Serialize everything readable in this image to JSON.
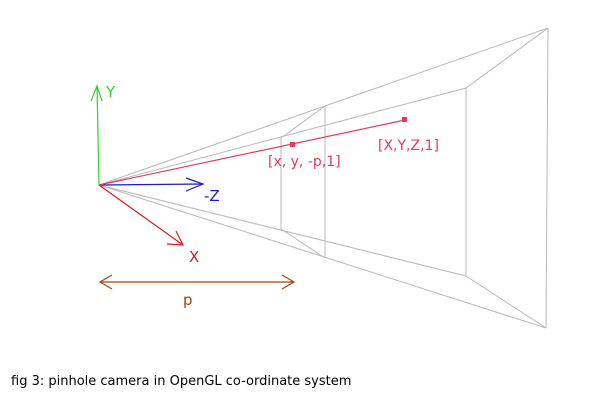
{
  "diagram": {
    "axes": {
      "y_label": "Y",
      "z_label": "-Z",
      "x_label": "X"
    },
    "points": {
      "image_point_label": "[x, y, -p,1]",
      "world_point_label": "[X,Y,Z,1]"
    },
    "focal_length_label": "p",
    "caption": "fig 3: pinhole camera in OpenGL co-ordinate system",
    "colors": {
      "y_axis": "#33cc33",
      "z_axis": "#1a1ad0",
      "x_axis": "#dd1a1a",
      "ray": "#e03c5a",
      "focal_arrow": "#a14510",
      "frustum": "#b4b4b4"
    }
  }
}
